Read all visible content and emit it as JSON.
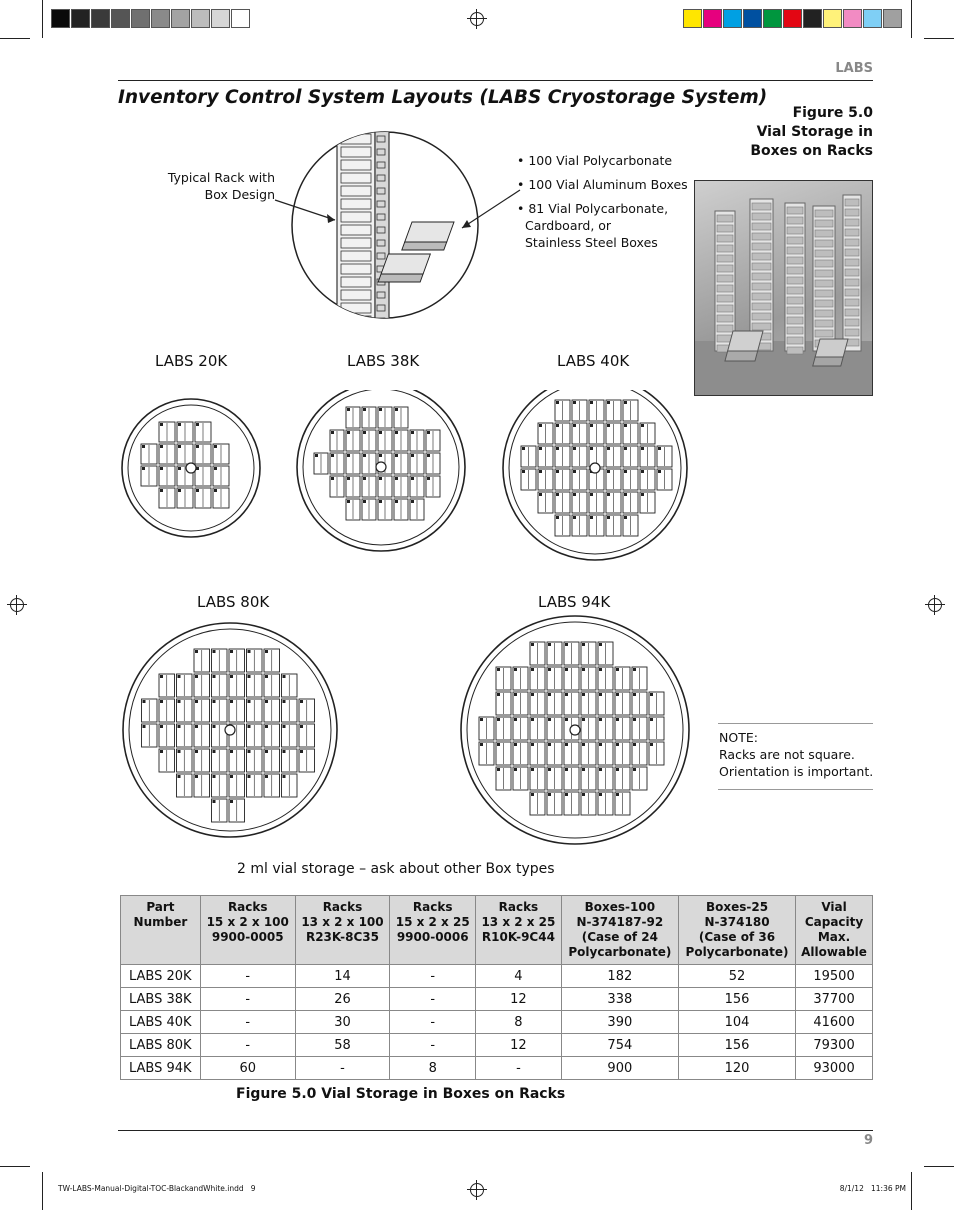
{
  "colors": {
    "gray_bar": [
      "#0a0a0a",
      "#222222",
      "#3a3a3a",
      "#555555",
      "#707070",
      "#8a8a8a",
      "#a3a3a3",
      "#bcbcbc",
      "#d6d6d6",
      "#ffffff"
    ],
    "color_bar": [
      "#ffe600",
      "#e6007e",
      "#00a0e3",
      "#0050a0",
      "#00963e",
      "#e30613",
      "#222222",
      "#fff27a",
      "#f28bc3",
      "#7fcff5",
      "#a0a0a0"
    ]
  },
  "header": {
    "section": "LABS"
  },
  "title": "Inventory Control System Layouts (LABS Cryostorage System)",
  "figure_caption": {
    "line1": "Figure 5.0",
    "line2": "Vial Storage in",
    "line3": "Boxes on Racks"
  },
  "rack_callout": {
    "line1": "Typical Rack with",
    "line2": "Box Design"
  },
  "box_types": [
    "• 100 Vial Polycarbonate",
    "• 100 Vial Aluminum Boxes",
    "• 81 Vial Polycarbonate,",
    "Cardboard, or",
    "Stainless Steel Boxes"
  ],
  "layouts": [
    "LABS 20K",
    "LABS 38K",
    "LABS 40K",
    "LABS 80K",
    "LABS 94K"
  ],
  "note": {
    "line1": "NOTE:",
    "line2": "Racks are not square.",
    "line3": "Orientation is important."
  },
  "storage_note": "2 ml vial storage – ask about other Box types",
  "table": {
    "headers": [
      [
        "Part",
        "Number"
      ],
      [
        "Racks",
        "15 x 2 x 100",
        "9900-0005"
      ],
      [
        "Racks",
        "13 x 2 x 100",
        "R23K-8C35"
      ],
      [
        "Racks",
        "15 x 2 x 25",
        "9900-0006"
      ],
      [
        "Racks",
        "13 x 2 x 25",
        "R10K-9C44"
      ],
      [
        "Boxes-100",
        "N-374187-92",
        "(Case of 24",
        "Polycarbonate)"
      ],
      [
        "Boxes-25",
        "N-374180",
        "(Case of 36",
        "Polycarbonate)"
      ],
      [
        "Vial",
        "Capacity",
        "Max.",
        "Allowable"
      ]
    ],
    "rows": [
      [
        "LABS 20K",
        "-",
        "14",
        "-",
        "4",
        "182",
        "52",
        "19500"
      ],
      [
        "LABS 38K",
        "-",
        "26",
        "-",
        "12",
        "338",
        "156",
        "37700"
      ],
      [
        "LABS 40K",
        "-",
        "30",
        "-",
        "8",
        "390",
        "104",
        "41600"
      ],
      [
        "LABS 80K",
        "-",
        "58",
        "-",
        "12",
        "754",
        "156",
        "79300"
      ],
      [
        "LABS 94K",
        "60",
        "-",
        "8",
        "-",
        "900",
        "120",
        "93000"
      ]
    ]
  },
  "table_caption": "Figure 5.0 Vial Storage in Boxes on Racks",
  "page_number": "9",
  "footer": {
    "file": "TW-LABS-Manual-Digital-TOC-BlackandWhite.indd   9",
    "date": "8/1/12   11:36 PM"
  }
}
